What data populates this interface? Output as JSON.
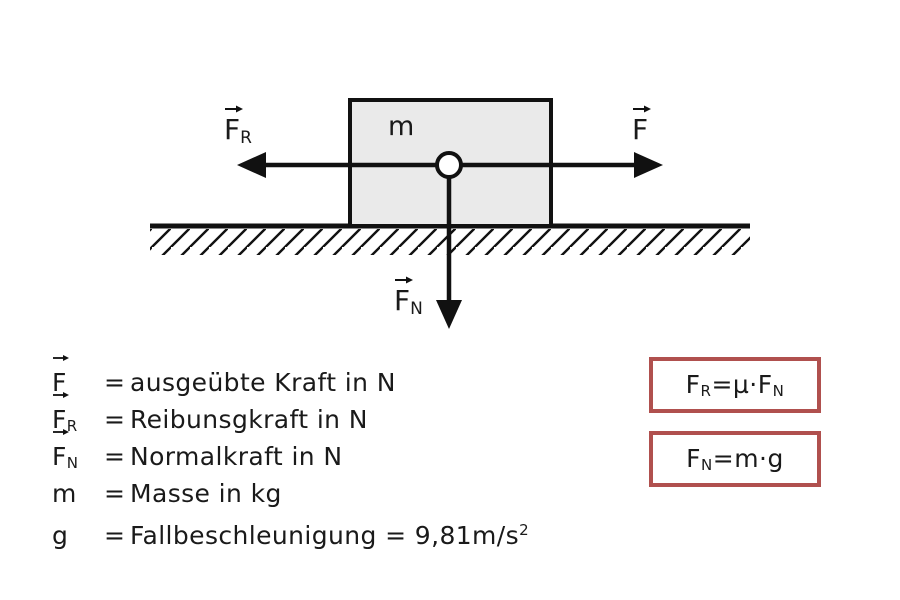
{
  "diagram": {
    "title_block_label": "m",
    "labels": {
      "applied_force": {
        "symbol": "F",
        "subscript": "",
        "vector": true
      },
      "friction_force": {
        "symbol": "F",
        "subscript": "R",
        "vector": true
      },
      "normal_force": {
        "symbol": "F",
        "subscript": "N",
        "vector": true
      }
    },
    "colors": {
      "block_fill": "#eaeaea",
      "stroke": "#111111",
      "formula_border": "#b0504e",
      "background": "#ffffff"
    },
    "arrows": [
      {
        "name": "friction-arrow",
        "direction": "left"
      },
      {
        "name": "applied-force-arrow",
        "direction": "right"
      },
      {
        "name": "normal-force-arrow",
        "direction": "down"
      }
    ]
  },
  "legend": {
    "rows": [
      {
        "symbol": "F",
        "subscript": "",
        "vector": true,
        "equals": "=",
        "description": "ausgeübte Kraft in N"
      },
      {
        "symbol": "F",
        "subscript": "R",
        "vector": true,
        "equals": "=",
        "description": "Reibunsgkraft in N"
      },
      {
        "symbol": "F",
        "subscript": "N",
        "vector": true,
        "equals": "=",
        "description": "Normalkraft in N"
      },
      {
        "symbol": "m",
        "subscript": "",
        "vector": false,
        "equals": "=",
        "description": "Masse in kg"
      },
      {
        "symbol": "g",
        "subscript": "",
        "vector": false,
        "equals": "=",
        "description": "Fallbeschleunigung = 9,81m/s",
        "superscript": "2"
      }
    ]
  },
  "formulas": [
    {
      "name": "friction-formula",
      "lhs_symbol": "F",
      "lhs_sub": "R",
      "operator": "=",
      "rhs": "µ·F",
      "rhs_sub": "N",
      "text": "F_R = µ·F_N"
    },
    {
      "name": "normal-force-formula",
      "lhs_symbol": "F",
      "lhs_sub": "N",
      "operator": "=",
      "rhs": "m·g",
      "rhs_sub": "",
      "text": "F_N = m·g"
    }
  ]
}
